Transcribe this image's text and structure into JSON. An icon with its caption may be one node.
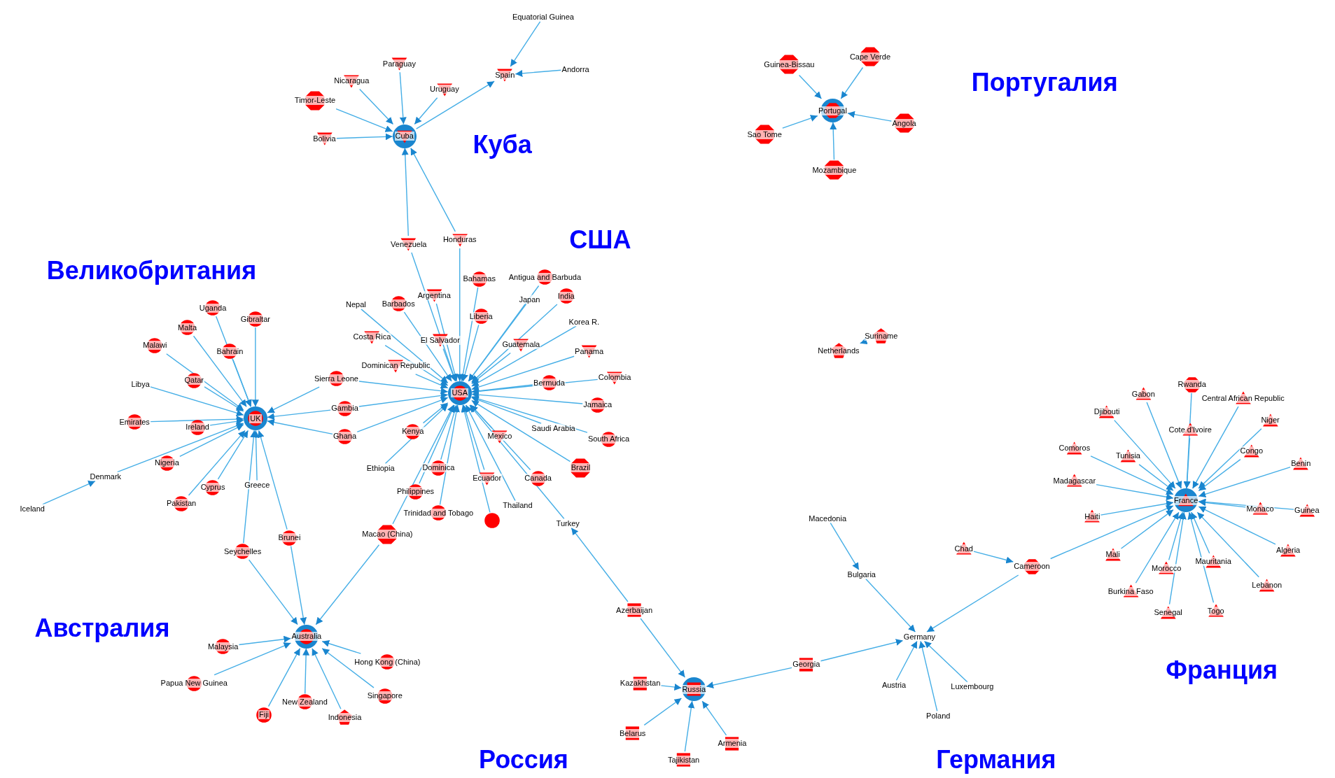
{
  "diagram": {
    "nodes": [
      {
        "text": [
          "Equatorial Guinea"
        ]
      },
      {
        "text": [
          "Andorra"
        ]
      },
      {
        "text": [
          "Spain"
        ]
      },
      {
        "text": [
          "Paraguay"
        ]
      },
      {
        "text": [
          "Nicaragua"
        ]
      },
      {
        "text": [
          "Uruguay"
        ]
      },
      {
        "text": [
          "Timor-Leste"
        ]
      },
      {
        "text": [
          "Bolivia"
        ]
      },
      {
        "text": [
          "Cuba"
        ]
      },
      {
        "text": [
          "Guinea-Bissau"
        ]
      },
      {
        "text": [
          "Cape Verde"
        ]
      },
      {
        "text": [
          "Portugal"
        ]
      },
      {
        "text": [
          "Sao Tome"
        ]
      },
      {
        "text": [
          "Angola"
        ]
      },
      {
        "text": [
          "Mozambique"
        ]
      },
      {
        "text": [
          "Venezuela"
        ]
      },
      {
        "text": [
          "Honduras"
        ]
      },
      {
        "text": [
          "Bahamas"
        ]
      },
      {
        "text": [
          "Antigua and Barbuda"
        ]
      },
      {
        "text": [
          "Argentina"
        ]
      },
      {
        "text": [
          "Nepal"
        ]
      },
      {
        "text": [
          "Barbados"
        ]
      },
      {
        "text": [
          "Japan"
        ]
      },
      {
        "text": [
          "India"
        ]
      },
      {
        "text": [
          "Liberia"
        ]
      },
      {
        "text": [
          "Korea R."
        ]
      },
      {
        "text": [
          "Costa Rica"
        ]
      },
      {
        "text": [
          "El Salvador"
        ]
      },
      {
        "text": [
          "Guatemala"
        ]
      },
      {
        "text": [
          "Panama"
        ]
      },
      {
        "text": [
          "Dominican Republic"
        ]
      },
      {
        "text": [
          "Sierra Leone"
        ]
      },
      {
        "text": [
          "Bermuda"
        ]
      },
      {
        "text": [
          "Colombia"
        ]
      },
      {
        "text": [
          "USA"
        ]
      },
      {
        "text": [
          "Gambia"
        ]
      },
      {
        "text": [
          "Jamaica"
        ]
      },
      {
        "text": [
          "Ghana"
        ]
      },
      {
        "text": [
          "Kenya"
        ]
      },
      {
        "text": [
          "Mexico"
        ]
      },
      {
        "text": [
          "Saudi Arabia"
        ]
      },
      {
        "text": [
          "South Africa"
        ]
      },
      {
        "text": [
          "Ethiopia"
        ]
      },
      {
        "text": [
          "Dominica"
        ]
      },
      {
        "text": [
          "Ecuador"
        ]
      },
      {
        "text": [
          "Canada"
        ]
      },
      {
        "text": [
          "Brazil"
        ]
      },
      {
        "text": [
          "Philippines"
        ]
      },
      {
        "text": [
          "Thailand"
        ]
      },
      {
        "text": [
          "Trinidad and Tobago"
        ]
      },
      {
        "text": [],
        "shape": "circle"
      },
      {
        "text": [
          "Turkey"
        ]
      },
      {
        "text": [
          "Macao (China)"
        ]
      },
      {
        "text": [
          "Uganda"
        ]
      },
      {
        "text": [
          "Gibraltar"
        ]
      },
      {
        "text": [
          "Malta"
        ]
      },
      {
        "text": [
          "Malawi"
        ]
      },
      {
        "text": [
          "Bahrain"
        ]
      },
      {
        "text": [
          "Libya"
        ]
      },
      {
        "text": [
          "Qatar"
        ]
      },
      {
        "text": [
          "Emirates"
        ]
      },
      {
        "text": [
          "Ireland"
        ]
      },
      {
        "text": [
          "UK"
        ]
      },
      {
        "text": [
          "Nigeria"
        ]
      },
      {
        "text": [
          "Denmark"
        ]
      },
      {
        "text": [
          "Iceland"
        ]
      },
      {
        "text": [
          "Cyprus"
        ]
      },
      {
        "text": [
          "Greece"
        ]
      },
      {
        "text": [
          "Pakistan"
        ]
      },
      {
        "text": [
          "Brunei"
        ]
      },
      {
        "text": [
          "Seychelles"
        ]
      },
      {
        "text": [
          "Australia"
        ]
      },
      {
        "text": [
          "Malaysia"
        ]
      },
      {
        "text": [
          "Hong Kong (China)"
        ]
      },
      {
        "text": [
          "Papua New Guinea"
        ]
      },
      {
        "text": [
          "Singapore"
        ]
      },
      {
        "text": [
          "Fiji"
        ]
      },
      {
        "text": [
          "New Zealand"
        ]
      },
      {
        "text": [
          "Indonesia"
        ]
      },
      {
        "text": [
          "Suriname"
        ]
      },
      {
        "text": [
          "Netherlands"
        ]
      },
      {
        "text": [
          "Rwanda"
        ]
      },
      {
        "text": [
          "Gabon"
        ]
      },
      {
        "text": [
          "Central African Republic"
        ]
      },
      {
        "text": [
          "Djibouti"
        ]
      },
      {
        "text": [
          "Cote d'Ivoire"
        ]
      },
      {
        "text": [
          "Niger"
        ]
      },
      {
        "text": [
          "Comoros"
        ]
      },
      {
        "text": [
          "Tunisia"
        ]
      },
      {
        "text": [
          "Congo"
        ]
      },
      {
        "text": [
          "Madagascar"
        ]
      },
      {
        "text": [
          "Benin"
        ]
      },
      {
        "text": [
          "France"
        ]
      },
      {
        "text": [
          "Monaco"
        ]
      },
      {
        "text": [
          "Guinea"
        ]
      },
      {
        "text": [
          "Haiti"
        ]
      },
      {
        "text": [
          "Macedonia"
        ]
      },
      {
        "text": [
          "Mali"
        ]
      },
      {
        "text": [
          "Algeria"
        ]
      },
      {
        "text": [
          "Chad"
        ]
      },
      {
        "text": [
          "Cameroon"
        ]
      },
      {
        "text": [
          "Morocco"
        ]
      },
      {
        "text": [
          "Mauritania"
        ]
      },
      {
        "text": [
          "Bulgaria"
        ]
      },
      {
        "text": [
          "Lebanon"
        ]
      },
      {
        "text": [
          "Burkina Faso"
        ]
      },
      {
        "text": [
          "Senegal"
        ]
      },
      {
        "text": [
          "Togo"
        ]
      },
      {
        "text": [
          "Azerbaijan"
        ]
      },
      {
        "text": [
          "Germany"
        ]
      },
      {
        "text": [
          "Georgia"
        ]
      },
      {
        "text": [
          "Kazakhstan"
        ]
      },
      {
        "text": [
          "Russia"
        ]
      },
      {
        "text": [
          "Austria"
        ]
      },
      {
        "text": [
          "Luxembourg"
        ]
      },
      {
        "text": [
          "Poland"
        ]
      },
      {
        "text": [
          "Belarus"
        ]
      },
      {
        "text": [
          "Armenia"
        ]
      },
      {
        "text": [
          "Tajikistan"
        ]
      }
    ],
    "edges": [
      {
        "from": 0,
        "to": 2,
        "arrow": "to"
      },
      {
        "from": 1,
        "to": 2,
        "arrow": "to"
      },
      {
        "from": 8,
        "to": 2,
        "arrow": "to"
      },
      {
        "from": 3,
        "to": 8,
        "arrow": "to"
      },
      {
        "from": 4,
        "to": 8,
        "arrow": "to"
      },
      {
        "from": 5,
        "to": 8,
        "arrow": "to"
      },
      {
        "from": 6,
        "to": 8,
        "arrow": "to"
      },
      {
        "from": 7,
        "to": 8,
        "arrow": "to"
      },
      {
        "from": 9,
        "to": 11,
        "arrow": "to"
      },
      {
        "from": 10,
        "to": 11,
        "arrow": "to"
      },
      {
        "from": 12,
        "to": 11,
        "arrow": "to"
      },
      {
        "from": 13,
        "to": 11,
        "arrow": "to"
      },
      {
        "from": 14,
        "to": 11,
        "arrow": "to"
      },
      {
        "from": 15,
        "to": 8,
        "arrow": "to"
      },
      {
        "from": 16,
        "to": 8,
        "arrow": "to"
      },
      {
        "from": 15,
        "to": 34,
        "arrow": "to"
      },
      {
        "from": 16,
        "to": 34,
        "arrow": "to"
      },
      {
        "from": 17,
        "to": 34,
        "arrow": "to"
      },
      {
        "from": 18,
        "to": 34,
        "arrow": "to"
      },
      {
        "from": 19,
        "to": 34,
        "arrow": "to"
      },
      {
        "from": 20,
        "to": 34,
        "arrow": "to"
      },
      {
        "from": 21,
        "to": 34,
        "arrow": "to"
      },
      {
        "from": 22,
        "to": 34,
        "arrow": "to"
      },
      {
        "from": 23,
        "to": 34,
        "arrow": "to"
      },
      {
        "from": 24,
        "to": 34,
        "arrow": "to"
      },
      {
        "from": 25,
        "to": 34,
        "arrow": "to"
      },
      {
        "from": 26,
        "to": 34,
        "arrow": "to"
      },
      {
        "from": 27,
        "to": 34,
        "arrow": "to"
      },
      {
        "from": 28,
        "to": 34,
        "arrow": "to"
      },
      {
        "from": 29,
        "to": 34,
        "arrow": "to"
      },
      {
        "from": 30,
        "to": 34,
        "arrow": "to"
      },
      {
        "from": 31,
        "to": 34,
        "arrow": "to"
      },
      {
        "from": 32,
        "to": 34,
        "arrow": "to"
      },
      {
        "from": 33,
        "to": 34,
        "arrow": "to"
      },
      {
        "from": 35,
        "to": 34,
        "arrow": "to"
      },
      {
        "from": 36,
        "to": 34,
        "arrow": "to"
      },
      {
        "from": 37,
        "to": 34,
        "arrow": "to"
      },
      {
        "from": 38,
        "to": 34,
        "arrow": "to"
      },
      {
        "from": 39,
        "to": 34,
        "arrow": "to"
      },
      {
        "from": 40,
        "to": 34,
        "arrow": "to"
      },
      {
        "from": 41,
        "to": 34,
        "arrow": "to"
      },
      {
        "from": 42,
        "to": 34,
        "arrow": "to"
      },
      {
        "from": 43,
        "to": 34,
        "arrow": "to"
      },
      {
        "from": 44,
        "to": 34,
        "arrow": "to"
      },
      {
        "from": 45,
        "to": 34,
        "arrow": "to"
      },
      {
        "from": 46,
        "to": 34,
        "arrow": "to"
      },
      {
        "from": 47,
        "to": 34,
        "arrow": "to"
      },
      {
        "from": 48,
        "to": 34,
        "arrow": "to"
      },
      {
        "from": 49,
        "to": 34,
        "arrow": "to"
      },
      {
        "from": 50,
        "to": 34,
        "arrow": "to"
      },
      {
        "from": 51,
        "to": 34,
        "arrow": "to"
      },
      {
        "from": 52,
        "to": 34,
        "arrow": "to"
      },
      {
        "from": 31,
        "to": 62,
        "arrow": "to"
      },
      {
        "from": 35,
        "to": 62,
        "arrow": "to"
      },
      {
        "from": 37,
        "to": 62,
        "arrow": "to"
      },
      {
        "from": 53,
        "to": 62,
        "arrow": "to"
      },
      {
        "from": 54,
        "to": 62,
        "arrow": "to"
      },
      {
        "from": 55,
        "to": 62,
        "arrow": "to"
      },
      {
        "from": 56,
        "to": 62,
        "arrow": "to"
      },
      {
        "from": 57,
        "to": 62,
        "arrow": "to"
      },
      {
        "from": 58,
        "to": 62,
        "arrow": "to"
      },
      {
        "from": 59,
        "to": 62,
        "arrow": "to"
      },
      {
        "from": 60,
        "to": 62,
        "arrow": "to"
      },
      {
        "from": 61,
        "to": 62,
        "arrow": "to"
      },
      {
        "from": 63,
        "to": 62,
        "arrow": "to"
      },
      {
        "from": 64,
        "to": 62,
        "arrow": "to"
      },
      {
        "from": 65,
        "to": 64,
        "arrow": "to"
      },
      {
        "from": 66,
        "to": 62,
        "arrow": "to"
      },
      {
        "from": 67,
        "to": 62,
        "arrow": "to"
      },
      {
        "from": 68,
        "to": 62,
        "arrow": "to"
      },
      {
        "from": 69,
        "to": 62,
        "arrow": "to"
      },
      {
        "from": 70,
        "to": 62,
        "arrow": "to"
      },
      {
        "from": 69,
        "to": 71,
        "arrow": "to"
      },
      {
        "from": 70,
        "to": 71,
        "arrow": "to"
      },
      {
        "from": 52,
        "to": 71,
        "arrow": "to"
      },
      {
        "from": 72,
        "to": 71,
        "arrow": "to"
      },
      {
        "from": 73,
        "to": 71,
        "arrow": "to"
      },
      {
        "from": 74,
        "to": 71,
        "arrow": "to"
      },
      {
        "from": 75,
        "to": 71,
        "arrow": "to"
      },
      {
        "from": 76,
        "to": 71,
        "arrow": "to"
      },
      {
        "from": 77,
        "to": 71,
        "arrow": "to"
      },
      {
        "from": 78,
        "to": 71,
        "arrow": "to"
      },
      {
        "from": 79,
        "to": 80,
        "arrow": "to"
      },
      {
        "from": 81,
        "to": 92,
        "arrow": "to"
      },
      {
        "from": 82,
        "to": 92,
        "arrow": "to"
      },
      {
        "from": 83,
        "to": 92,
        "arrow": "to"
      },
      {
        "from": 84,
        "to": 92,
        "arrow": "to"
      },
      {
        "from": 85,
        "to": 92,
        "arrow": "to"
      },
      {
        "from": 86,
        "to": 92,
        "arrow": "to"
      },
      {
        "from": 87,
        "to": 92,
        "arrow": "to"
      },
      {
        "from": 88,
        "to": 92,
        "arrow": "to"
      },
      {
        "from": 89,
        "to": 92,
        "arrow": "to"
      },
      {
        "from": 90,
        "to": 92,
        "arrow": "to"
      },
      {
        "from": 91,
        "to": 92,
        "arrow": "to"
      },
      {
        "from": 93,
        "to": 92,
        "arrow": "to"
      },
      {
        "from": 94,
        "to": 92,
        "arrow": "to"
      },
      {
        "from": 95,
        "to": 92,
        "arrow": "to"
      },
      {
        "from": 97,
        "to": 92,
        "arrow": "to"
      },
      {
        "from": 98,
        "to": 92,
        "arrow": "to"
      },
      {
        "from": 100,
        "to": 92,
        "arrow": "to"
      },
      {
        "from": 101,
        "to": 92,
        "arrow": "to"
      },
      {
        "from": 102,
        "to": 92,
        "arrow": "to"
      },
      {
        "from": 104,
        "to": 92,
        "arrow": "to"
      },
      {
        "from": 105,
        "to": 92,
        "arrow": "to"
      },
      {
        "from": 106,
        "to": 92,
        "arrow": "to"
      },
      {
        "from": 107,
        "to": 92,
        "arrow": "to"
      },
      {
        "from": 99,
        "to": 100,
        "arrow": "to"
      },
      {
        "from": 100,
        "to": 109,
        "arrow": "to"
      },
      {
        "from": 96,
        "to": 103,
        "arrow": "to"
      },
      {
        "from": 103,
        "to": 109,
        "arrow": "to"
      },
      {
        "from": 113,
        "to": 109,
        "arrow": "to"
      },
      {
        "from": 114,
        "to": 109,
        "arrow": "to"
      },
      {
        "from": 115,
        "to": 109,
        "arrow": "to"
      },
      {
        "from": 110,
        "to": 109,
        "arrow": "to"
      },
      {
        "from": 108,
        "to": 51,
        "arrow": "to"
      },
      {
        "from": 108,
        "to": 112,
        "arrow": "to"
      },
      {
        "from": 110,
        "to": 112,
        "arrow": "to"
      },
      {
        "from": 111,
        "to": 112,
        "arrow": "to"
      },
      {
        "from": 116,
        "to": 112,
        "arrow": "to"
      },
      {
        "from": 117,
        "to": 112,
        "arrow": "to"
      },
      {
        "from": 118,
        "to": 112,
        "arrow": "to"
      }
    ],
    "labels": [
      "Португалия",
      "Куба",
      "США",
      "Великобритания",
      "Австралия",
      "Франция",
      "Россия",
      "Германия"
    ]
  }
}
